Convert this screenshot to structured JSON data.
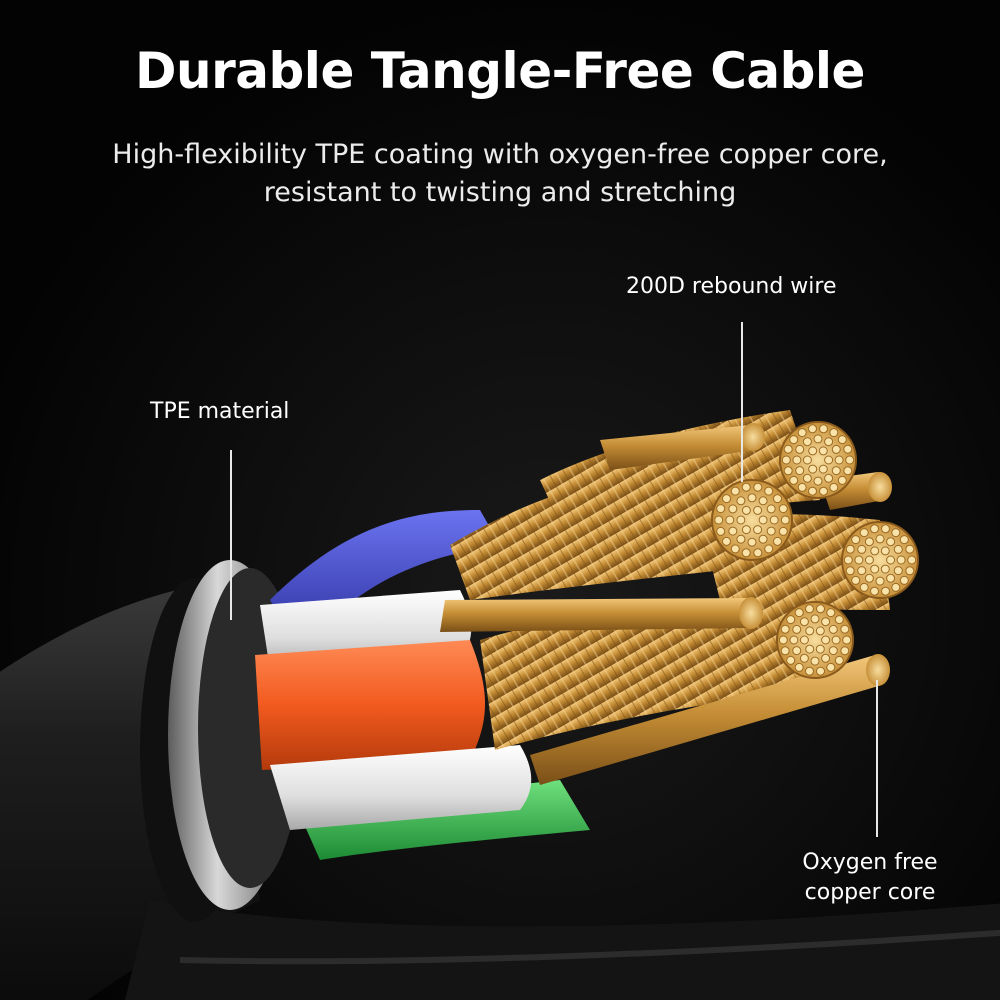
{
  "heading": {
    "title": "Durable Tangle-Free Cable",
    "subtitle_line1": "High-flexibility TPE coating with oxygen-free copper core,",
    "subtitle_line2": "resistant to twisting and stretching"
  },
  "callouts": {
    "rebound_wire": "200D rebound wire",
    "tpe_material": "TPE material",
    "copper_core_line1": "Oxygen free",
    "copper_core_line2": "copper core"
  },
  "colors": {
    "background": "#050505",
    "text": "#ffffff",
    "jacket": "#1c1c1c",
    "ferrule": "#a9a9a9",
    "copper": "#c9963c",
    "insulation_orange": "#f25a1e",
    "insulation_white": "#e9e9e9",
    "insulation_blue": "#3f47c8",
    "insulation_green": "#2fb24a"
  }
}
